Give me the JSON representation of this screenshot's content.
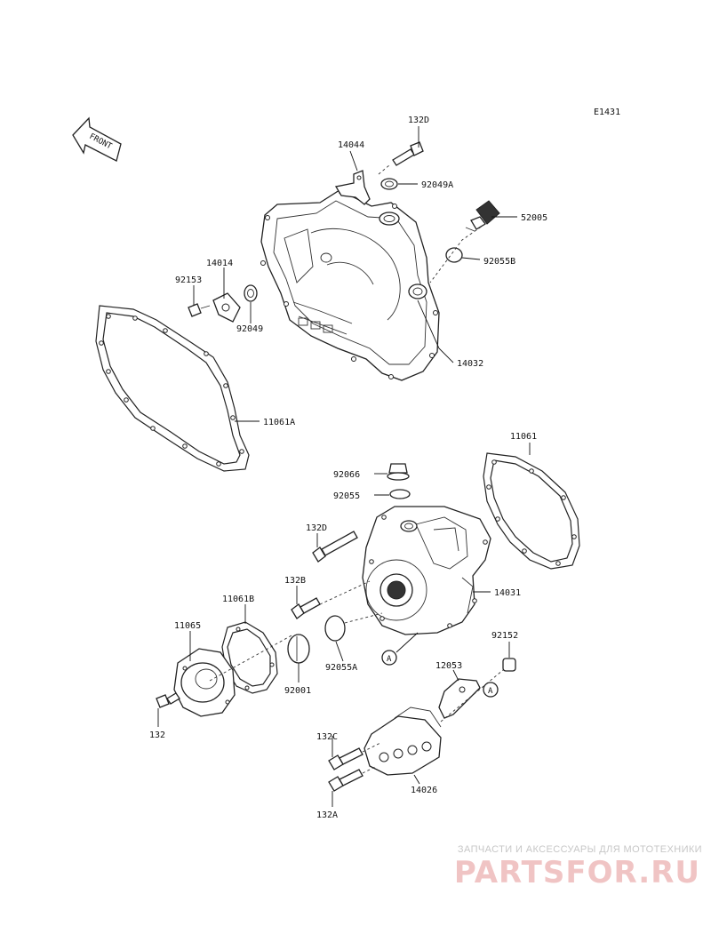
{
  "diagram": {
    "code": "E1431",
    "front_label": "FRONT",
    "circle_marker": "A",
    "labels": {
      "p132d_top": "132D",
      "p14044": "14044",
      "p92049a": "92049A",
      "p52005": "52005",
      "p92055b": "92055B",
      "p14014": "14014",
      "p92153": "92153",
      "p92049": "92049",
      "p14032": "14032",
      "p11061a": "11061A",
      "p11061": "11061",
      "p92066": "92066",
      "p92055": "92055",
      "p132d_mid": "132D",
      "p14031": "14031",
      "p132b": "132B",
      "p11061b": "11061B",
      "p11065": "11065",
      "p92055a": "92055A",
      "p92001": "92001",
      "p132": "132",
      "p92152": "92152",
      "p12053": "12053",
      "p132c": "132C",
      "p14026": "14026",
      "p132a": "132A"
    }
  },
  "watermark": {
    "caption": "ЗАПЧАСТИ И АКСЕССУАРЫ ДЛЯ МОТОТЕХНИКИ",
    "logo": "PARTSFOR.RU"
  },
  "colors": {
    "line": "#222222",
    "watermark_logo": "#f0c4c4",
    "watermark_caption": "#c7c7c7"
  }
}
